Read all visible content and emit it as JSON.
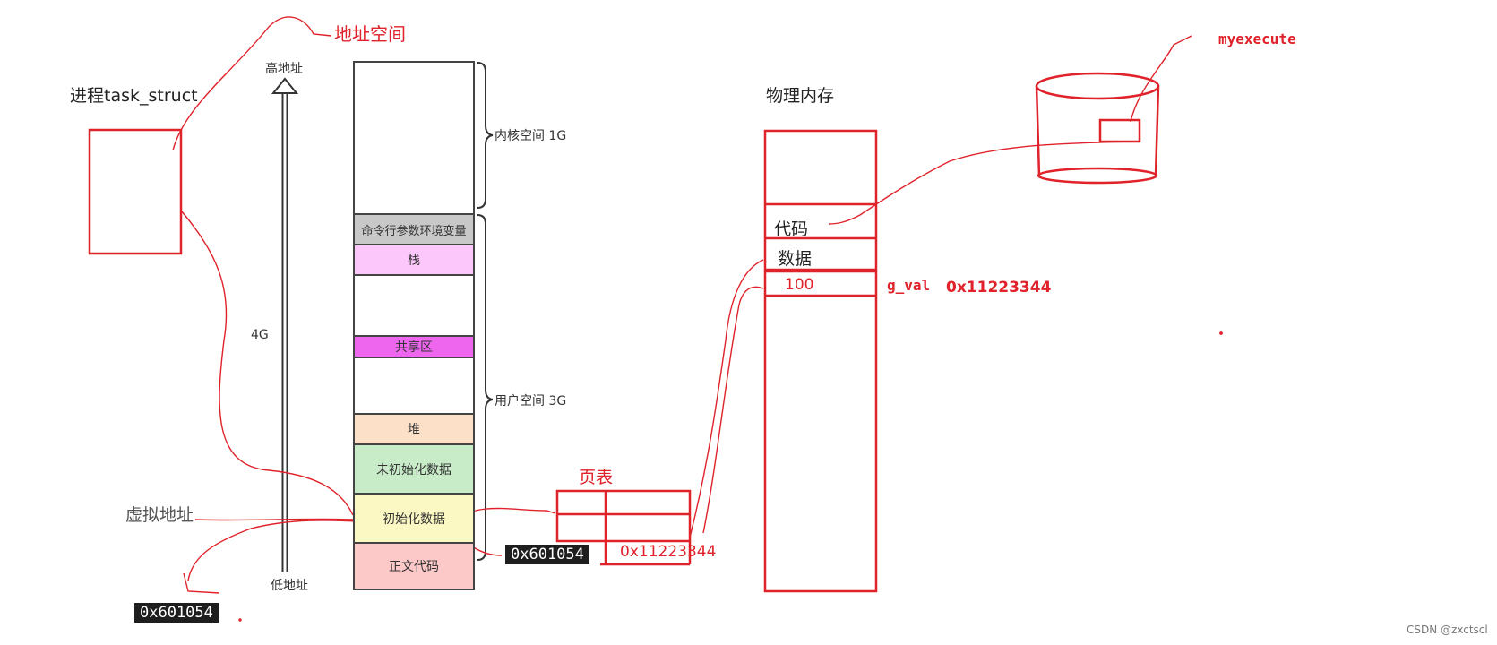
{
  "labels": {
    "address_space": "地址空间",
    "process": "进程task_struct",
    "high_addr": "高地址",
    "low_addr": "低地址",
    "size_4g": "4G",
    "kernel_space": "内核空间 1G",
    "user_space": "用户空间 3G",
    "virtual_addr": "虚拟地址",
    "page_table": "页表",
    "physical_memory": "物理内存",
    "executable": "myexecute",
    "watermark": "CSDN @zxctscl"
  },
  "segments": {
    "cmdline_env": "命令行参数环境变量",
    "stack": "栈",
    "shared": "共享区",
    "heap": "堆",
    "bss": "未初始化数据",
    "data": "初始化数据",
    "text": "正文代码"
  },
  "physical": {
    "code": "代码",
    "data": "数据",
    "value": "100",
    "var_name": "g_val",
    "phys_addr": "0x11223344"
  },
  "addresses": {
    "virtual_hex_bottom": "0x601054",
    "virtual_hex_table": "0x601054",
    "table_phys": "0x11223344"
  },
  "colors": {
    "annotation_red": "#e0222a",
    "cmdline_bg": "#c8c8c8",
    "stack_bg": "#fcc8fc",
    "shared_bg": "#ee66ee",
    "heap_bg": "#fce0c8",
    "bss_bg": "#c8ecc8",
    "data_bg": "#fcf8c4",
    "text_bg": "#fcc8c8",
    "arrow_blue": "#6a6ae0"
  }
}
